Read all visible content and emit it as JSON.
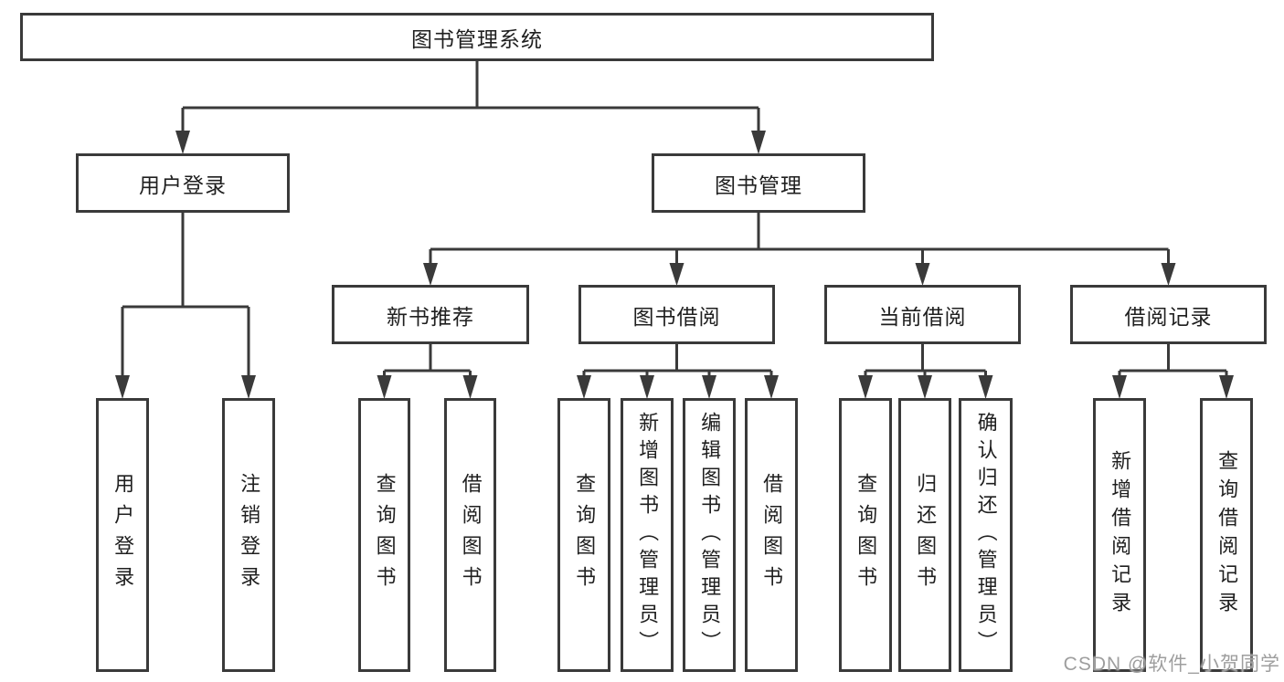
{
  "title": {
    "label": "图书管理系统"
  },
  "level2": {
    "user_login": {
      "label": "用户登录"
    },
    "book_mgmt": {
      "label": "图书管理"
    }
  },
  "level3": {
    "new_books": {
      "label": "新书推荐"
    },
    "book_borrow": {
      "label": "图书借阅"
    },
    "current_borrow": {
      "label": "当前借阅"
    },
    "borrow_records": {
      "label": "借阅记录"
    }
  },
  "leaves": {
    "user_login": [
      {
        "label": "用户登录"
      },
      {
        "label": "注销登录"
      }
    ],
    "new_books": [
      {
        "label": "查询图书"
      },
      {
        "label": "借阅图书"
      }
    ],
    "book_borrow": [
      {
        "label": "查询图书"
      },
      {
        "label": "新增图书（管理员）"
      },
      {
        "label": "编辑图书（管理员）"
      },
      {
        "label": "借阅图书"
      }
    ],
    "current_borrow": [
      {
        "label": "查询图书"
      },
      {
        "label": "归还图书"
      },
      {
        "label": "确认归还（管理员）"
      }
    ],
    "borrow_records": [
      {
        "label": "新增借阅记录"
      },
      {
        "label": "查询借阅记录"
      }
    ]
  },
  "watermark": "CSDN @软件_小贺同学",
  "colors": {
    "line": "#3a3a3a",
    "border": "#3a3a3a",
    "text": "#1f1f1f",
    "watermark": "#9e9e9e",
    "background": "#ffffff"
  }
}
